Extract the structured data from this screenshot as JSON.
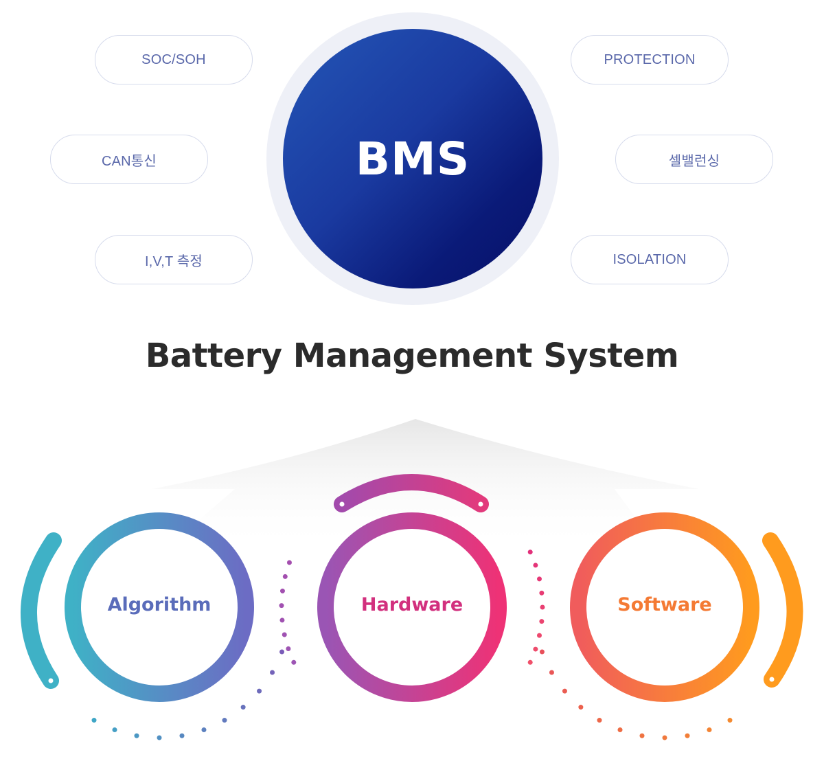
{
  "features": {
    "left": [
      "SOC/SOH",
      "CAN통신",
      "I,V,T 측정"
    ],
    "right": [
      "PROTECTION",
      "셀밸런싱",
      "ISOLATION"
    ]
  },
  "center": {
    "label": "BMS"
  },
  "title": "Battery Management System",
  "pillars": [
    {
      "label": "Algorithm",
      "color": "#5a6cba"
    },
    {
      "label": "Hardware",
      "color": "#d2307e"
    },
    {
      "label": "Software",
      "color": "#f47a34"
    }
  ]
}
